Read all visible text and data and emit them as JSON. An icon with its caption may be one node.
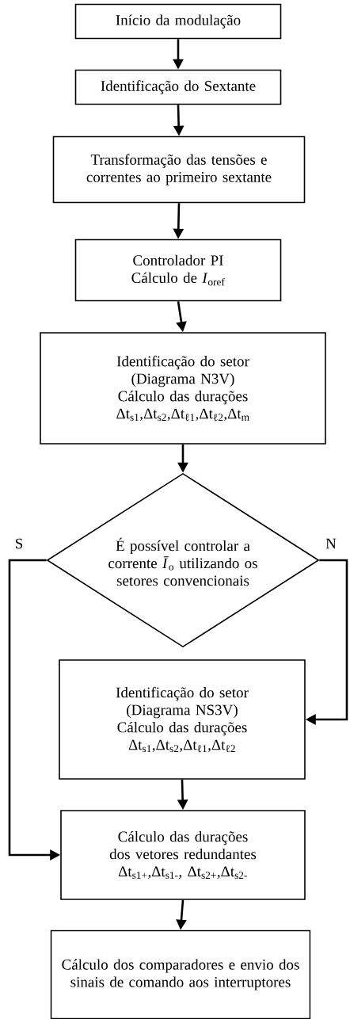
{
  "diagram": {
    "nodes": [
      {
        "text": [
          "Início da modulação"
        ]
      },
      {
        "text": [
          "Identificação do Sextante"
        ]
      },
      {
        "text": [
          "Transformação das tensões e correntes ao primeiro sextante"
        ]
      },
      {
        "text": [
          "Controlador PI",
          "Cálculo de *I*$_{oref}$"
        ]
      },
      {
        "text": [
          "Identificação do setor (Diagrama N3V)",
          "Cálculo das durações",
          "Δt$_{s1}$,Δt$_{s2}$,Δt$_{ℓ1}$,Δt$_{ℓ2}$,Δt$_{m}$"
        ]
      },
      {
        "text": [
          "É possível controlar a corrente *Ī*$_{o}$ utilizando os setores convencionais"
        ]
      },
      {
        "text": [
          "Identificação do setor (Diagrama NS3V)",
          "Cálculo das durações",
          "Δt$_{s1}$,Δt$_{s2}$,Δt$_{ℓ1}$,Δt$_{ℓ2}$"
        ]
      },
      {
        "text": [
          "Cálculo das durações dos vetores redundantes",
          "Δt$_{s1+}$,Δt$_{s1-}$, Δt$_{s2+}$,Δt$_{s2-}$"
        ]
      },
      {
        "text": [
          "Cálculo dos comparadores e envio dos sinais de comando aos interruptores"
        ]
      }
    ],
    "edges": [
      {
        "from": 0,
        "to": 1,
        "arrow": "to"
      },
      {
        "from": 1,
        "to": 2,
        "arrow": "to"
      },
      {
        "from": 2,
        "to": 3,
        "arrow": "to"
      },
      {
        "from": 3,
        "to": 4,
        "arrow": "to"
      },
      {
        "from": 4,
        "to": 5,
        "arrow": "to"
      },
      {
        "from": 5,
        "to": 7,
        "label": "S",
        "arrow": "to"
      },
      {
        "from": 5,
        "to": 6,
        "label": "N",
        "arrow": "to"
      },
      {
        "from": 6,
        "to": 7,
        "arrow": "to"
      },
      {
        "from": 7,
        "to": 8,
        "arrow": "to"
      }
    ]
  }
}
